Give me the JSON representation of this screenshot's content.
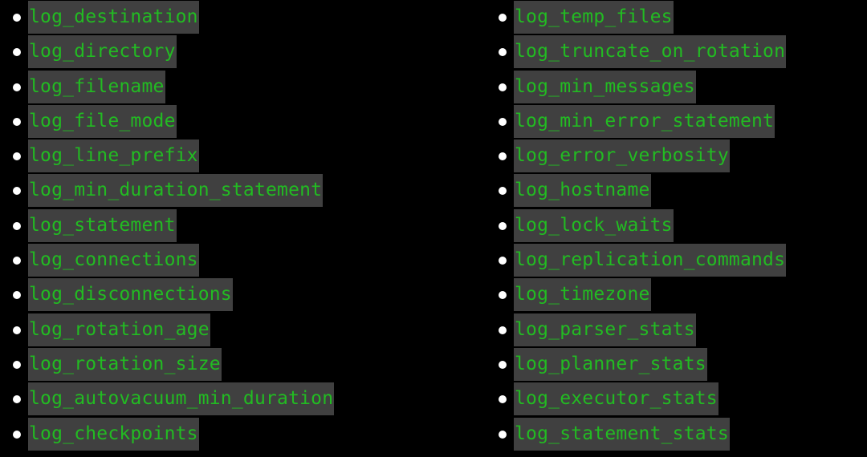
{
  "colors": {
    "background": "#000000",
    "code_background": "#404040",
    "code_text": "#22bb22",
    "bullet": "#ffffff"
  },
  "left_list": [
    "log_destination",
    "log_directory",
    "log_filename",
    "log_file_mode",
    "log_line_prefix",
    "log_min_duration_statement",
    "log_statement",
    "log_connections",
    "log_disconnections",
    "log_rotation_age",
    "log_rotation_size",
    "log_autovacuum_min_duration",
    "log_checkpoints"
  ],
  "right_list": [
    "log_temp_files",
    "log_truncate_on_rotation",
    "log_min_messages",
    "log_min_error_statement",
    "log_error_verbosity",
    "log_hostname",
    "log_lock_waits",
    "log_replication_commands",
    "log_timezone",
    "log_parser_stats",
    "log_planner_stats",
    "log_executor_stats",
    "log_statement_stats"
  ]
}
